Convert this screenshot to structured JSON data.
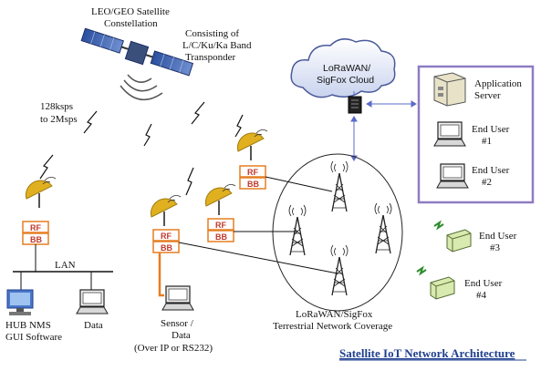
{
  "satellite": {
    "label_line1": "LEO/GEO Satellite",
    "label_line2": "Constellation",
    "transponder_line1": "Consisting of",
    "transponder_line2": "L/C/Ku/Ka Band",
    "transponder_line3": "Transponder"
  },
  "link_rate": {
    "line1": "128ksps",
    "line2": "to 2Msps"
  },
  "cloud": {
    "line1": "LoRaWAN/",
    "line2": "SigFox Cloud"
  },
  "app_server": {
    "line1": "Application",
    "line2": "Server"
  },
  "end_users": [
    {
      "line1": "End User",
      "line2": "#1"
    },
    {
      "line1": "End User",
      "line2": "#2"
    },
    {
      "line1": "End User",
      "line2": "#3"
    },
    {
      "line1": "End User",
      "line2": "#4"
    }
  ],
  "rf_label": "RF",
  "bb_label": "BB",
  "lan_label": "LAN",
  "hub": {
    "line1": "HUB NMS",
    "line2": "GUI Software"
  },
  "data_label": "Data",
  "sensor": {
    "line1": "Sensor /",
    "line2": "Data",
    "line3": "(Over IP or RS232)"
  },
  "coverage": {
    "line1": "LoRaWAN/SigFox",
    "line2": "Terrestrial Network Coverage"
  },
  "title": "Satellite IoT Network Architecture",
  "colors": {
    "rfbb_border": "#e67e22",
    "rfbb_text": "#c0392b",
    "dish": "#e0b020",
    "title": "#1f3f8f",
    "panel_border": "#8e7cc3"
  },
  "icons": [
    "satellite-icon",
    "cloud-icon",
    "server-icon",
    "computer-icon",
    "dish-icon",
    "tower-icon",
    "iot-device-icon"
  ]
}
